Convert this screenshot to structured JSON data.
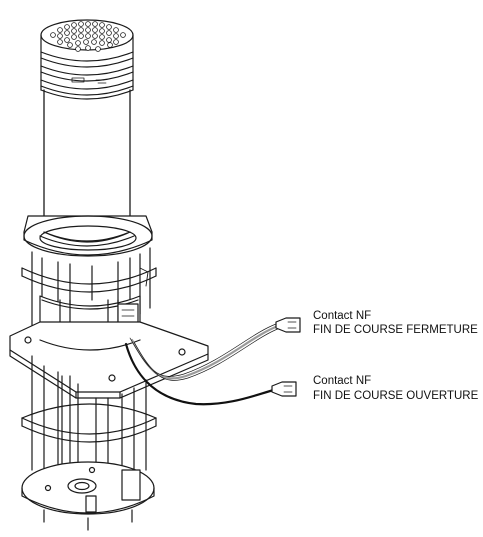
{
  "labels": {
    "closing": {
      "contact": "Contact NF",
      "name": "FIN DE COURSE FERMETURE"
    },
    "opening": {
      "contact": "Contact NF",
      "name": "FIN DE COURSE OUVERTURE"
    }
  },
  "colors": {
    "line": "#1a1a1a",
    "closing_cable": "#9a9a9a",
    "opening_cable": "#111111",
    "background": "#ffffff"
  }
}
